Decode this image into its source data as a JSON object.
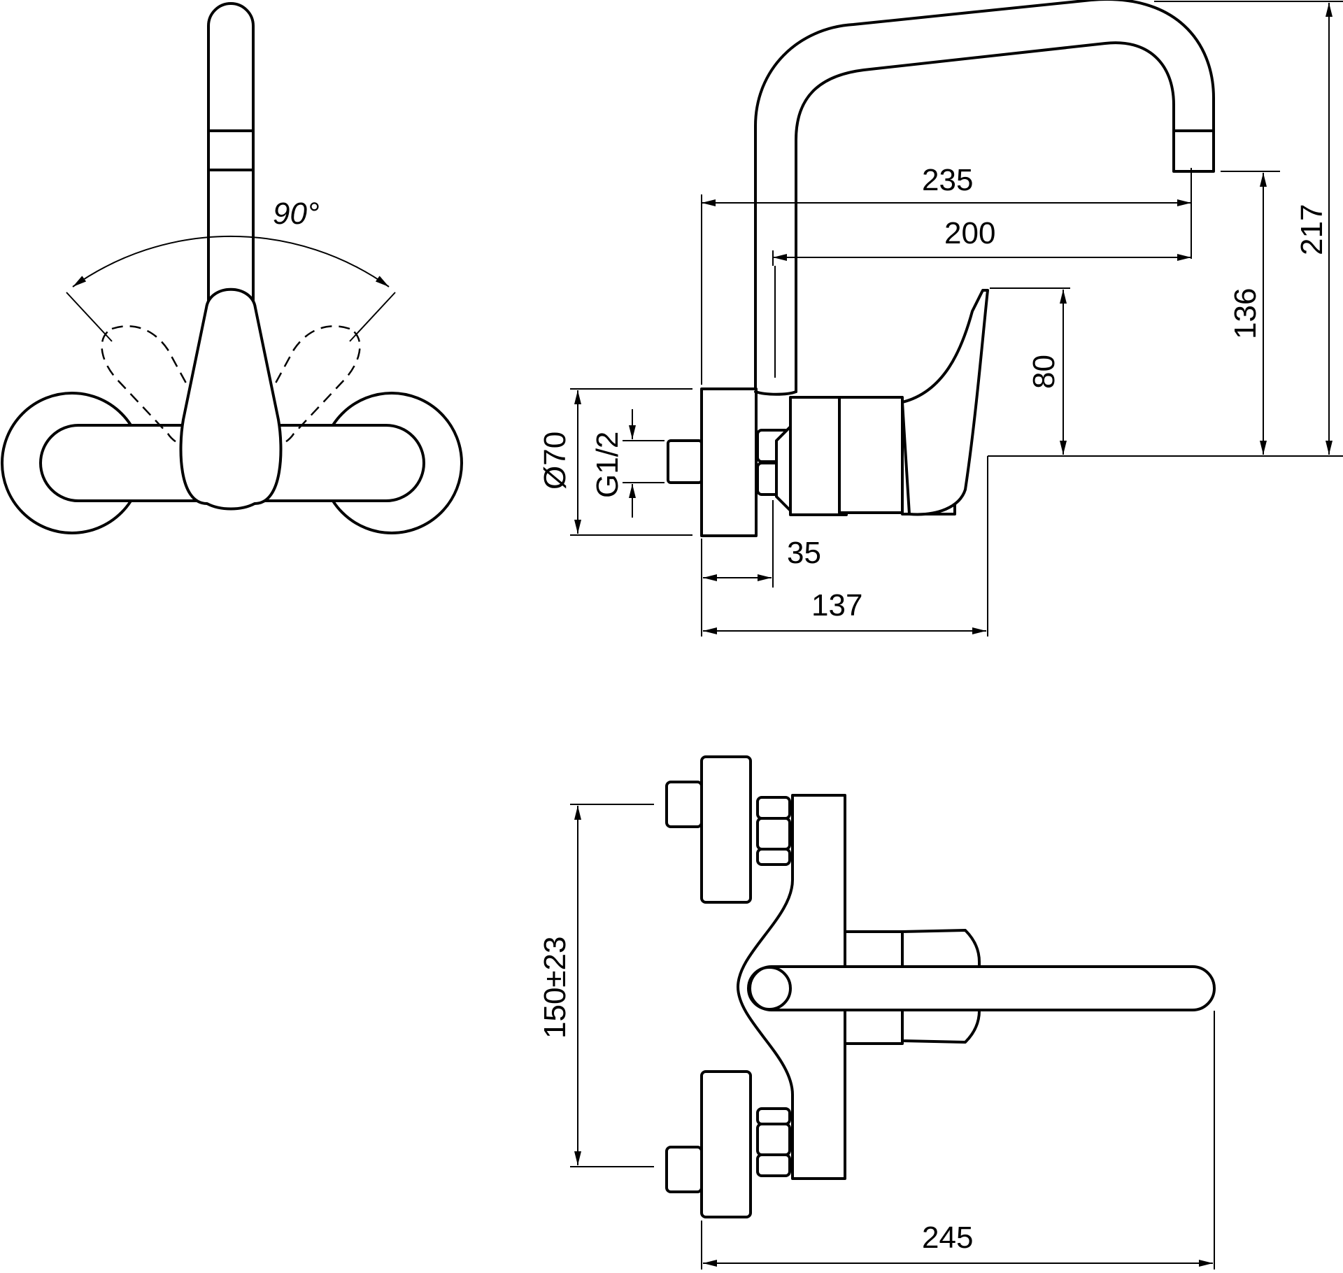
{
  "diagram": {
    "colors": {
      "line": "#000000",
      "background": "#ffffff"
    },
    "views": [
      "top-view",
      "side-view",
      "front-view"
    ],
    "dimensions": {
      "angle": "90°",
      "d235": "235",
      "d200": "200",
      "d217": "217",
      "d136": "136",
      "d80": "80",
      "d70": "Ø70",
      "g12": "G1/2",
      "d35": "35",
      "d137": "137",
      "d150": "150±23",
      "d245": "245"
    }
  }
}
